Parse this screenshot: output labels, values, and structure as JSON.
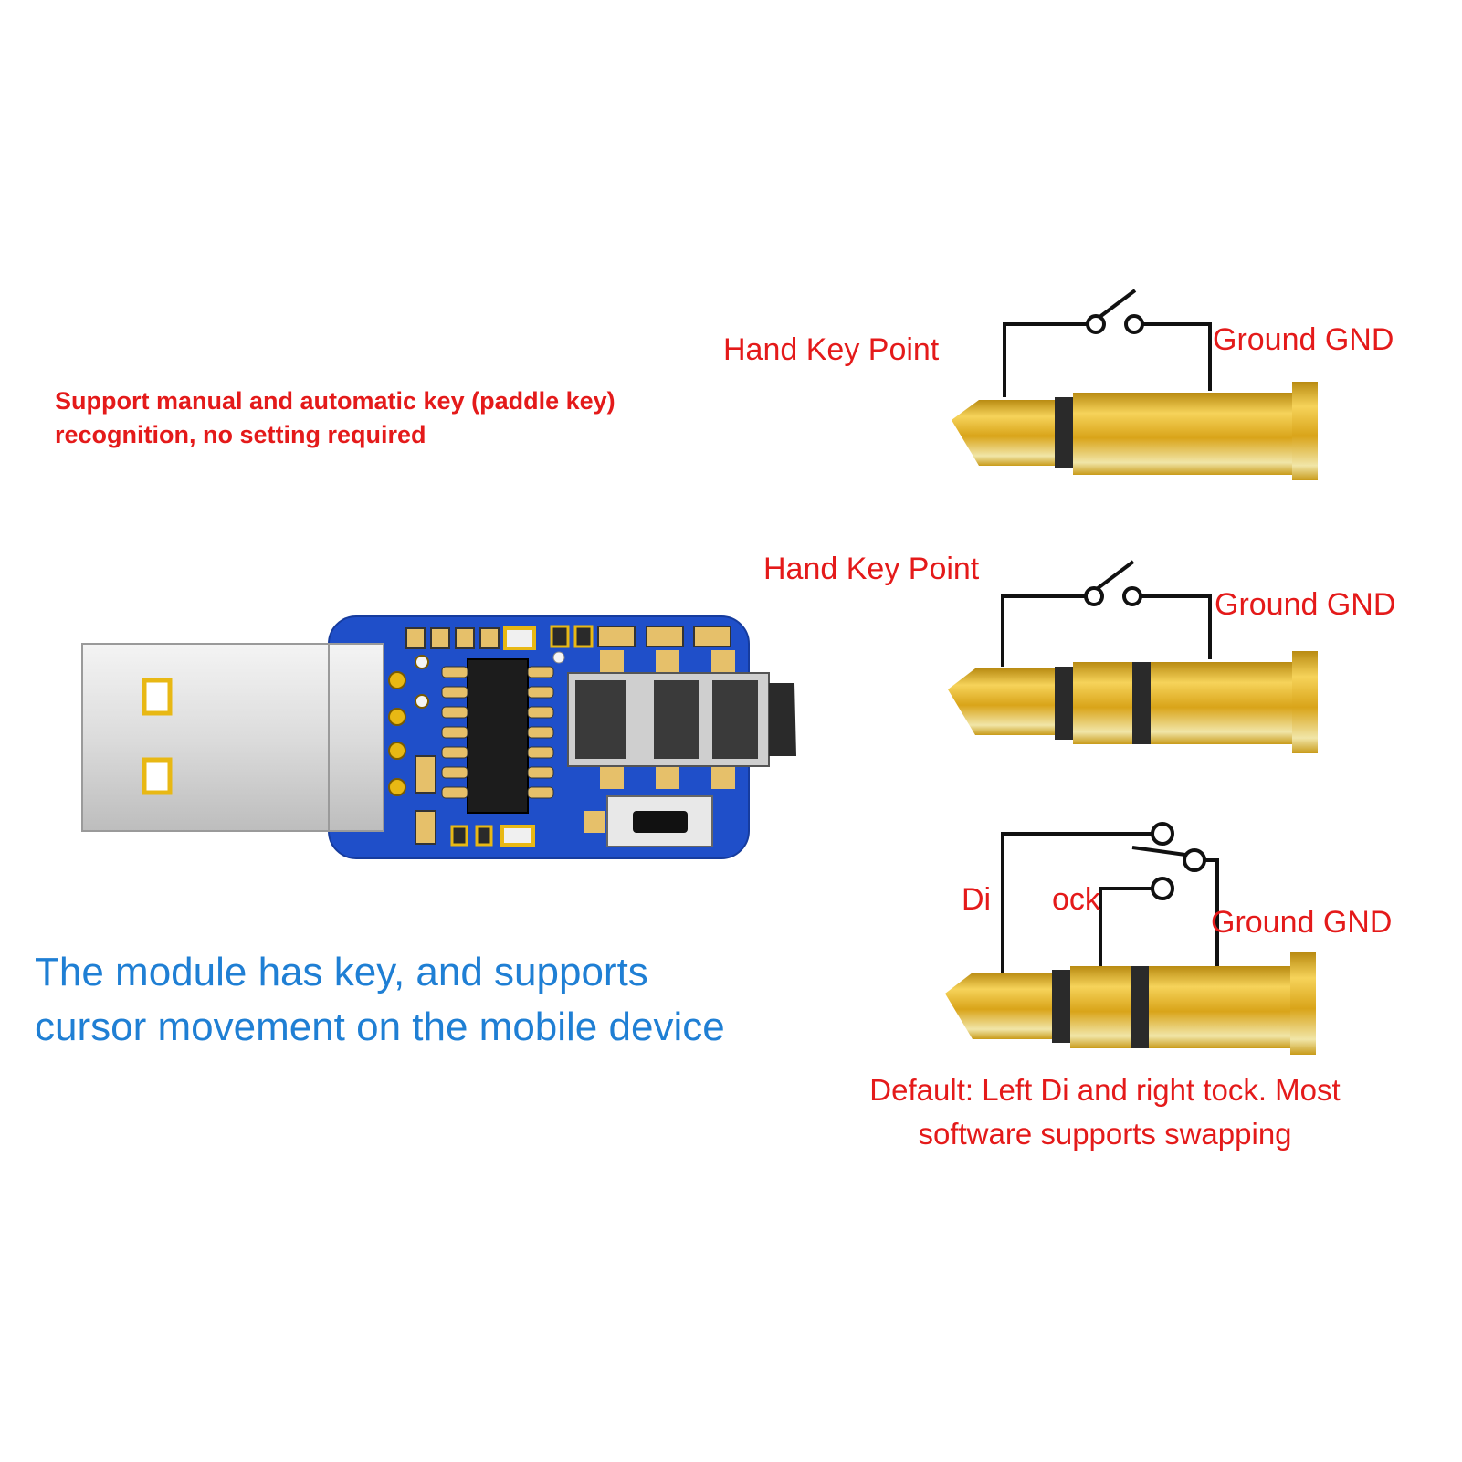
{
  "notes": {
    "auto_key_line1": "Support manual and automatic key (paddle key)",
    "auto_key_line2": "recognition, no setting required",
    "module_line1": "The module has key, and supports",
    "module_line2": "cursor movement on the mobile device"
  },
  "plug1": {
    "left_label": "Hand Key Point",
    "right_label": "Ground GND"
  },
  "plug2": {
    "left_label": "Hand Key Point",
    "right_label": "Ground GND"
  },
  "plug3": {
    "left_label": "Di",
    "middle_label": "ock",
    "right_label": "Ground GND",
    "footnote_line1": "Default: Left Di and right tock. Most",
    "footnote_line2": "software supports swapping"
  },
  "colors": {
    "label_red": "#e41a1a",
    "module_blue": "#1f7fd4",
    "pcb_blue": "#1f4fc9",
    "gold": "#e5b51f"
  }
}
